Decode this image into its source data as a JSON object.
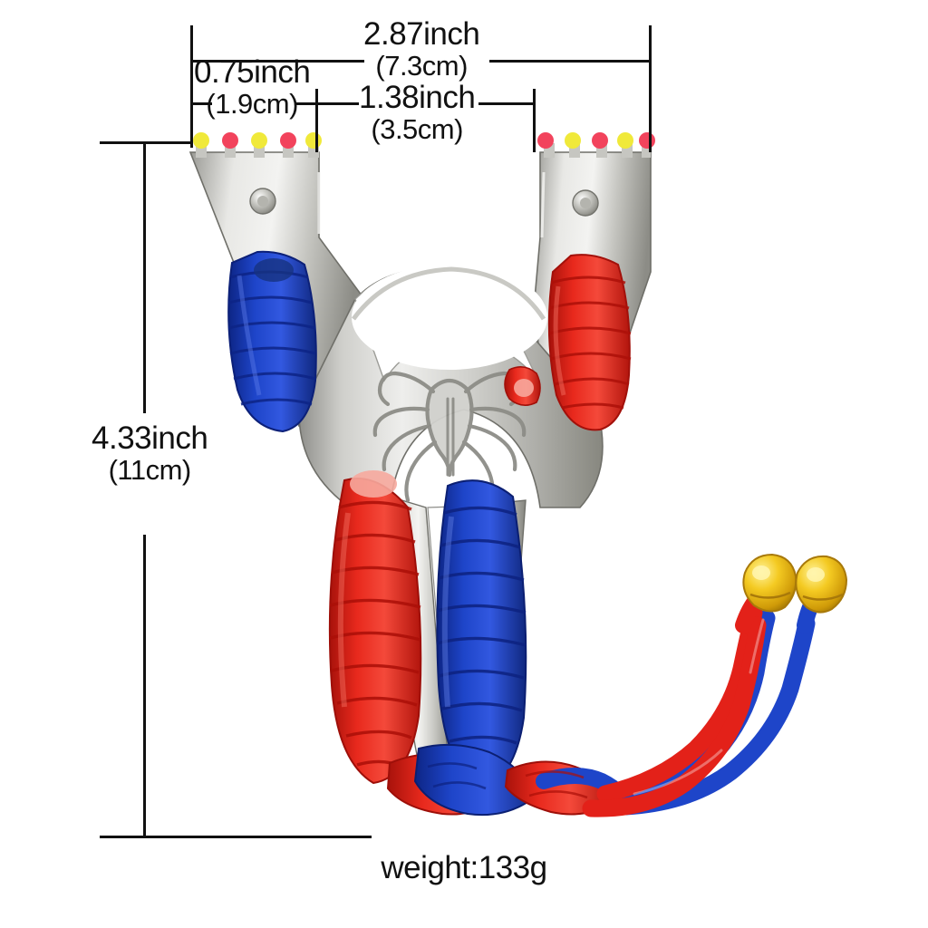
{
  "product": {
    "name": "stainless-steel-slingshot",
    "emblem": "spider-emblem",
    "colors": {
      "steel_light": "#e4e4e2",
      "steel_mid": "#b9b9b5",
      "steel_dark": "#8a8a86",
      "steel_shadow": "#6d6d69",
      "cord_red": "#e32119",
      "cord_red_dark": "#b01208",
      "cord_blue": "#1a3fc4",
      "cord_blue_dark": "#102a8e",
      "bell_gold": "#f2c31a",
      "bell_gold_dark": "#c08f06",
      "bead_yellow": "#f5ec3d",
      "bead_red": "#f2435c",
      "background": "#ffffff",
      "annotation": "#111111"
    }
  },
  "dimensions": {
    "total_width": {
      "inch": "2.87inch",
      "cm": "(7.3cm)"
    },
    "fork_width": {
      "inch": "0.75inch",
      "cm": "(1.9cm)"
    },
    "fork_gap": {
      "inch": "1.38inch",
      "cm": "(3.5cm)"
    },
    "height": {
      "inch": "4.33inch",
      "cm": "(11cm)"
    }
  },
  "weight": {
    "label": "weight:133g"
  }
}
